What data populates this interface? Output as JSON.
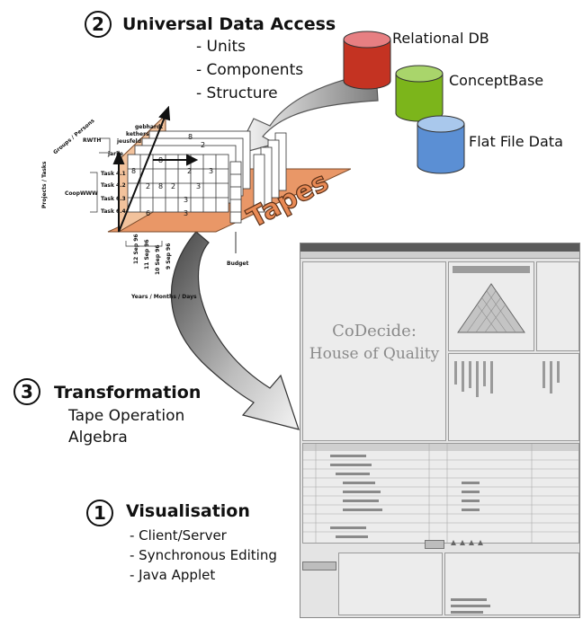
{
  "section2": {
    "number": "2",
    "title": "Universal Data Access",
    "items": [
      "- Units",
      "- Components",
      "- Structure"
    ]
  },
  "section3": {
    "number": "3",
    "title": "Transformation",
    "lines": [
      "Tape Operation",
      "Algebra"
    ]
  },
  "section1": {
    "number": "1",
    "title": "Visualisation",
    "items": [
      "- Client/Server",
      "- Synchronous Editing",
      "- Java Applet"
    ]
  },
  "databases": [
    {
      "label": "Relational DB",
      "color": "#d23a2a"
    },
    {
      "label": "ConceptBase",
      "color": "#7fb81a"
    },
    {
      "label": "Flat File Data",
      "color": "#5e93d6"
    }
  ],
  "cube": {
    "tapes_label": "Tapes",
    "axis_groups": "Groups / Persons",
    "axis_projects": "Projects / Tasks",
    "axis_time": "Years / Months / Days",
    "budget_label": "Budget",
    "persons": [
      "gebhardt",
      "kethers",
      "jeusfeld",
      "jarke"
    ],
    "group": "RWTH",
    "tasks": [
      "Task 4.1",
      "Task 4.2",
      "Task 6.3",
      "Task 6.4"
    ],
    "project": "CoopWWW",
    "dates": [
      "12 Sep 96",
      "11 Sep 96",
      "10 Sep 96",
      "9 Sep 96"
    ],
    "cell_values": [
      "8",
      "2",
      "8",
      "8",
      "2",
      "3",
      "2",
      "8",
      "2",
      "3",
      "3",
      "6",
      "3"
    ]
  },
  "screenshot": {
    "title_line1": "CoDecide:",
    "title_line2": "House of Quality"
  }
}
